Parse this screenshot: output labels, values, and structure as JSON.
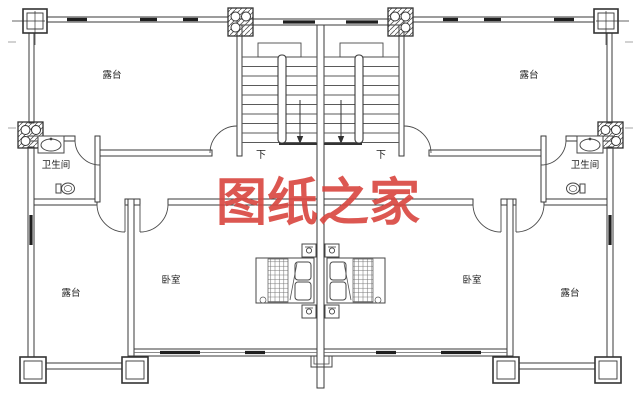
{
  "watermark": {
    "text": "图纸之家",
    "color": "#d9453f"
  },
  "labels": {
    "terrace_top_left": "露台",
    "terrace_top_right": "露台",
    "terrace_bottom_left": "露台",
    "terrace_bottom_right": "露台",
    "bathroom_left": "卫生间",
    "bathroom_right": "卫生间",
    "bedroom_left": "卧室",
    "bedroom_right": "卧室",
    "stair_down_left": "下",
    "stair_down_right": "下"
  },
  "colors": {
    "wall_line": "#3a3a3a",
    "thin_line": "#5a5a5a",
    "window_mark": "#1f1f1f",
    "watermark": "#d9453f",
    "background": "#ffffff"
  }
}
